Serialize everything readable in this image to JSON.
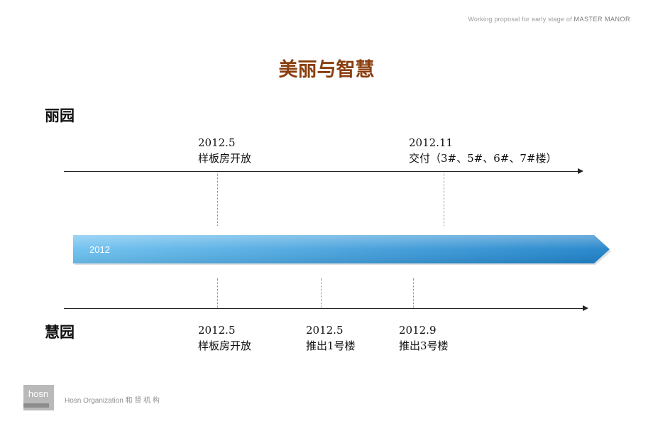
{
  "header": {
    "note": "Working proposal for early stage of",
    "brand": "MASTER MANOR"
  },
  "title": "美丽与智慧",
  "liyuan": {
    "label": "丽园",
    "events": [
      {
        "date": "2012.5",
        "text": "样板房开放"
      },
      {
        "date": "2012.11",
        "text": "交付（3#、5#、6#、7#楼）"
      }
    ]
  },
  "huiyuan": {
    "label": "慧园",
    "events": [
      {
        "date": "2012.5",
        "text": "样板房开放"
      },
      {
        "date": "2012.5",
        "text": "推出1号楼"
      },
      {
        "date": "2012.9",
        "text": "推出3号楼"
      }
    ]
  },
  "year_bar": {
    "label": "2012",
    "colors": {
      "light": "#6cc0ef",
      "dark": "#1f82c9"
    }
  },
  "footer": {
    "logo_text": "hosn",
    "text": "Hosn Organization  和 贤 机 构"
  }
}
